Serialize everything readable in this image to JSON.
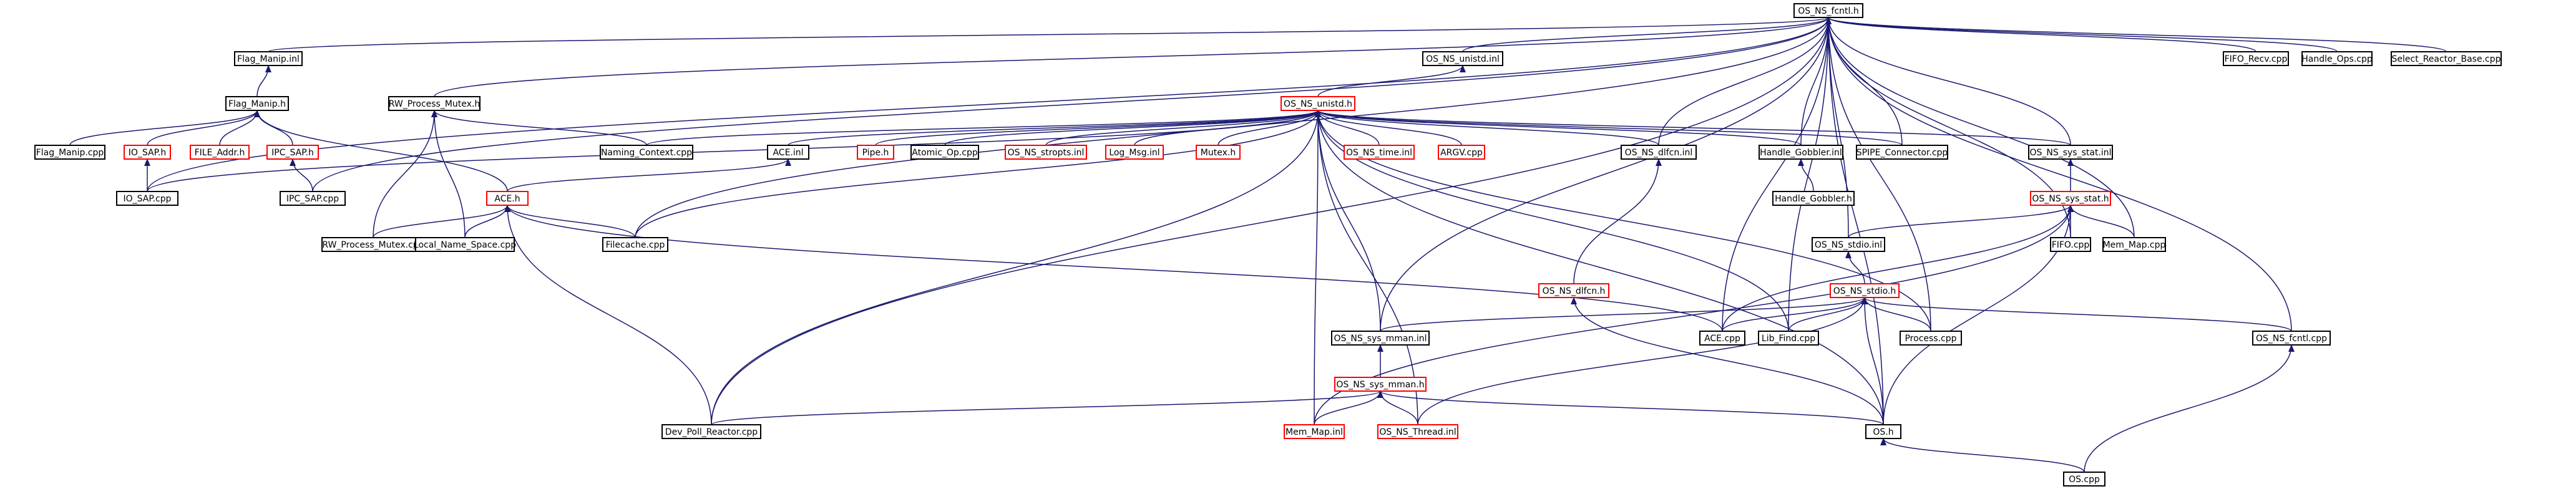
{
  "graph": {
    "colors": {
      "edge": "#191970",
      "normal_border": "#000000",
      "incomplete_border": "#ff0000",
      "root_fill": "#bfbfbf"
    },
    "nodes": [
      {
        "id": "fcntl_h",
        "label": "OS_NS_fcntl.h",
        "style": "root"
      },
      {
        "id": "flag_manip_inl",
        "label": "Flag_Manip.inl",
        "style": "normal"
      },
      {
        "id": "flag_manip_h",
        "label": "Flag_Manip.h",
        "style": "normal"
      },
      {
        "id": "rw_mutex_h",
        "label": "RW_Process_Mutex.h",
        "style": "normal"
      },
      {
        "id": "unistd_inl",
        "label": "OS_NS_unistd.inl",
        "style": "normal"
      },
      {
        "id": "unistd_h",
        "label": "OS_NS_unistd.h",
        "style": "incomplete"
      },
      {
        "id": "fifo_recv",
        "label": "FIFO_Recv.cpp",
        "style": "normal"
      },
      {
        "id": "handle_ops",
        "label": "Handle_Ops.cpp",
        "style": "normal"
      },
      {
        "id": "select_reactor",
        "label": "Select_Reactor_Base.cpp",
        "style": "normal"
      },
      {
        "id": "flag_manip_cpp",
        "label": "Flag_Manip.cpp",
        "style": "normal"
      },
      {
        "id": "io_sap_h",
        "label": "IO_SAP.h",
        "style": "incomplete"
      },
      {
        "id": "file_addr_h",
        "label": "FILE_Addr.h",
        "style": "incomplete"
      },
      {
        "id": "ipc_sap_h",
        "label": "IPC_SAP.h",
        "style": "incomplete"
      },
      {
        "id": "naming_ctx",
        "label": "Naming_Context.cpp",
        "style": "normal"
      },
      {
        "id": "ace_inl",
        "label": "ACE.inl",
        "style": "normal"
      },
      {
        "id": "pipe_h",
        "label": "Pipe.h",
        "style": "incomplete"
      },
      {
        "id": "atomic_op",
        "label": "Atomic_Op.cpp",
        "style": "normal"
      },
      {
        "id": "stropts_inl",
        "label": "OS_NS_stropts.inl",
        "style": "incomplete"
      },
      {
        "id": "log_msg_inl",
        "label": "Log_Msg.inl",
        "style": "incomplete"
      },
      {
        "id": "mutex_h",
        "label": "Mutex.h",
        "style": "incomplete"
      },
      {
        "id": "time_inl",
        "label": "OS_NS_time.inl",
        "style": "incomplete"
      },
      {
        "id": "argv_cpp",
        "label": "ARGV.cpp",
        "style": "incomplete"
      },
      {
        "id": "dlfcn_inl",
        "label": "OS_NS_dlfcn.inl",
        "style": "normal"
      },
      {
        "id": "hgobbler_inl",
        "label": "Handle_Gobbler.inl",
        "style": "normal"
      },
      {
        "id": "spipe",
        "label": "SPIPE_Connector.cpp",
        "style": "normal"
      },
      {
        "id": "sys_stat_inl",
        "label": "OS_NS_sys_stat.inl",
        "style": "normal"
      },
      {
        "id": "io_sap_cpp",
        "label": "IO_SAP.cpp",
        "style": "normal"
      },
      {
        "id": "ipc_sap_cpp",
        "label": "IPC_SAP.cpp",
        "style": "normal"
      },
      {
        "id": "ace_h",
        "label": "ACE.h",
        "style": "incomplete"
      },
      {
        "id": "hgobbler_h",
        "label": "Handle_Gobbler.h",
        "style": "normal"
      },
      {
        "id": "sys_stat_h",
        "label": "OS_NS_sys_stat.h",
        "style": "incomplete"
      },
      {
        "id": "rw_mutex_cpp",
        "label": "RW_Process_Mutex.cpp",
        "style": "normal"
      },
      {
        "id": "lns_cpp",
        "label": "Local_Name_Space.cpp",
        "style": "normal"
      },
      {
        "id": "filecache",
        "label": "Filecache.cpp",
        "style": "normal"
      },
      {
        "id": "stdio_inl",
        "label": "OS_NS_stdio.inl",
        "style": "normal"
      },
      {
        "id": "fifo_cpp",
        "label": "FIFO.cpp",
        "style": "normal"
      },
      {
        "id": "mem_map_cpp",
        "label": "Mem_Map.cpp",
        "style": "normal"
      },
      {
        "id": "dlfcn_h",
        "label": "OS_NS_dlfcn.h",
        "style": "incomplete"
      },
      {
        "id": "stdio_h",
        "label": "OS_NS_stdio.h",
        "style": "incomplete"
      },
      {
        "id": "sys_mman_inl",
        "label": "OS_NS_sys_mman.inl",
        "style": "normal"
      },
      {
        "id": "ace_cpp",
        "label": "ACE.cpp",
        "style": "normal"
      },
      {
        "id": "lib_find",
        "label": "Lib_Find.cpp",
        "style": "normal"
      },
      {
        "id": "process_cpp",
        "label": "Process.cpp",
        "style": "normal"
      },
      {
        "id": "fcntl_cpp",
        "label": "OS_NS_fcntl.cpp",
        "style": "normal"
      },
      {
        "id": "sys_mman_h",
        "label": "OS_NS_sys_mman.h",
        "style": "incomplete"
      },
      {
        "id": "dev_poll",
        "label": "Dev_Poll_Reactor.cpp",
        "style": "normal"
      },
      {
        "id": "mem_map_inl",
        "label": "Mem_Map.inl",
        "style": "incomplete"
      },
      {
        "id": "thread_inl",
        "label": "OS_NS_Thread.inl",
        "style": "incomplete"
      },
      {
        "id": "os_h",
        "label": "OS.h",
        "style": "normal"
      },
      {
        "id": "os_cpp",
        "label": "OS.cpp",
        "style": "normal"
      }
    ],
    "edges": [
      [
        "flag_manip_inl",
        "fcntl_h"
      ],
      [
        "unistd_inl",
        "fcntl_h"
      ],
      [
        "fifo_recv",
        "fcntl_h"
      ],
      [
        "handle_ops",
        "fcntl_h"
      ],
      [
        "select_reactor",
        "fcntl_h"
      ],
      [
        "io_sap_cpp",
        "fcntl_h"
      ],
      [
        "ipc_sap_cpp",
        "fcntl_h"
      ],
      [
        "rw_mutex_h",
        "fcntl_h"
      ],
      [
        "filecache",
        "fcntl_h"
      ],
      [
        "dev_poll",
        "fcntl_h"
      ],
      [
        "sys_mman_inl",
        "fcntl_h"
      ],
      [
        "dlfcn_inl",
        "fcntl_h"
      ],
      [
        "hgobbler_inl",
        "fcntl_h"
      ],
      [
        "spipe",
        "fcntl_h"
      ],
      [
        "sys_stat_inl",
        "fcntl_h"
      ],
      [
        "ace_cpp",
        "fcntl_h"
      ],
      [
        "lib_find",
        "fcntl_h"
      ],
      [
        "stdio_inl",
        "fcntl_h"
      ],
      [
        "fifo_cpp",
        "fcntl_h"
      ],
      [
        "mem_map_cpp",
        "fcntl_h"
      ],
      [
        "process_cpp",
        "fcntl_h"
      ],
      [
        "fcntl_cpp",
        "fcntl_h"
      ],
      [
        "os_h",
        "fcntl_h"
      ],
      [
        "flag_manip_h",
        "flag_manip_inl"
      ],
      [
        "flag_manip_cpp",
        "flag_manip_h"
      ],
      [
        "io_sap_h",
        "flag_manip_h"
      ],
      [
        "file_addr_h",
        "flag_manip_h"
      ],
      [
        "ipc_sap_h",
        "flag_manip_h"
      ],
      [
        "ace_h",
        "flag_manip_h"
      ],
      [
        "io_sap_cpp",
        "io_sap_h"
      ],
      [
        "ipc_sap_cpp",
        "ipc_sap_h"
      ],
      [
        "rw_mutex_cpp",
        "rw_mutex_h"
      ],
      [
        "lns_cpp",
        "rw_mutex_h"
      ],
      [
        "naming_ctx",
        "rw_mutex_h"
      ],
      [
        "unistd_h",
        "unistd_inl"
      ],
      [
        "naming_ctx",
        "unistd_h"
      ],
      [
        "ace_inl",
        "unistd_h"
      ],
      [
        "pipe_h",
        "unistd_h"
      ],
      [
        "atomic_op",
        "unistd_h"
      ],
      [
        "stropts_inl",
        "unistd_h"
      ],
      [
        "log_msg_inl",
        "unistd_h"
      ],
      [
        "mutex_h",
        "unistd_h"
      ],
      [
        "time_inl",
        "unistd_h"
      ],
      [
        "argv_cpp",
        "unistd_h"
      ],
      [
        "dlfcn_inl",
        "unistd_h"
      ],
      [
        "hgobbler_inl",
        "unistd_h"
      ],
      [
        "spipe",
        "unistd_h"
      ],
      [
        "sys_stat_inl",
        "unistd_h"
      ],
      [
        "io_sap_cpp",
        "unistd_h"
      ],
      [
        "filecache",
        "unistd_h"
      ],
      [
        "dev_poll",
        "unistd_h"
      ],
      [
        "sys_mman_inl",
        "unistd_h"
      ],
      [
        "mem_map_inl",
        "unistd_h"
      ],
      [
        "thread_inl",
        "unistd_h"
      ],
      [
        "lib_find",
        "unistd_h"
      ],
      [
        "process_cpp",
        "unistd_h"
      ],
      [
        "os_h",
        "unistd_h"
      ],
      [
        "ace_h",
        "ace_inl"
      ],
      [
        "rw_mutex_cpp",
        "ace_h"
      ],
      [
        "lns_cpp",
        "ace_h"
      ],
      [
        "filecache",
        "ace_h"
      ],
      [
        "ace_cpp",
        "ace_h"
      ],
      [
        "dev_poll",
        "ace_h"
      ],
      [
        "hgobbler_h",
        "hgobbler_inl"
      ],
      [
        "dlfcn_h",
        "dlfcn_inl"
      ],
      [
        "sys_stat_h",
        "sys_stat_inl"
      ],
      [
        "stdio_inl",
        "sys_stat_h"
      ],
      [
        "fifo_cpp",
        "sys_stat_h"
      ],
      [
        "mem_map_cpp",
        "sys_stat_h"
      ],
      [
        "ace_cpp",
        "sys_stat_h"
      ],
      [
        "mem_map_inl",
        "sys_stat_h"
      ],
      [
        "os_h",
        "sys_stat_h"
      ],
      [
        "stdio_h",
        "stdio_inl"
      ],
      [
        "ace_cpp",
        "stdio_h"
      ],
      [
        "lib_find",
        "stdio_h"
      ],
      [
        "process_cpp",
        "stdio_h"
      ],
      [
        "fcntl_cpp",
        "stdio_h"
      ],
      [
        "os_h",
        "stdio_h"
      ],
      [
        "thread_inl",
        "stdio_h"
      ],
      [
        "sys_mman_inl",
        "stdio_h"
      ],
      [
        "os_h",
        "dlfcn_h"
      ],
      [
        "sys_mman_h",
        "sys_mman_inl"
      ],
      [
        "dev_poll",
        "sys_mman_h"
      ],
      [
        "mem_map_inl",
        "sys_mman_h"
      ],
      [
        "thread_inl",
        "sys_mman_h"
      ],
      [
        "os_h",
        "sys_mman_h"
      ],
      [
        "os_cpp",
        "os_h"
      ],
      [
        "os_cpp",
        "fcntl_cpp"
      ]
    ]
  }
}
